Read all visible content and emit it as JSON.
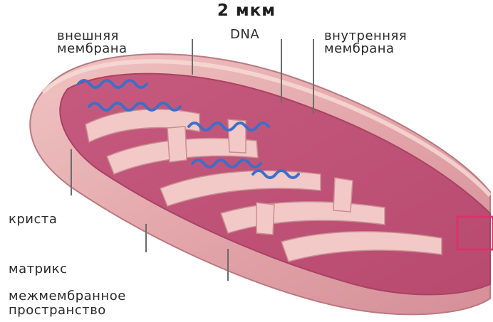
{
  "scale": "2 мкм",
  "labels": {
    "outer_membrane": [
      "внешняя",
      "мембрана"
    ],
    "dna": "DNA",
    "inner_membrane": [
      "внутренняя",
      "мембрана"
    ],
    "crista": "криста",
    "matrix": "матрикс",
    "intermembrane_space": [
      "межмембранное",
      "пространство"
    ]
  },
  "colors": {
    "outer_membrane": "#e0a3a8",
    "inner_surface": "#d97e8d",
    "matrix": "#c2567a",
    "crista_edge": "#f2c9c6",
    "dna": "#3d6fc9",
    "highlight_box": "#d8336b",
    "leader_lines": "#6b6b6b"
  }
}
